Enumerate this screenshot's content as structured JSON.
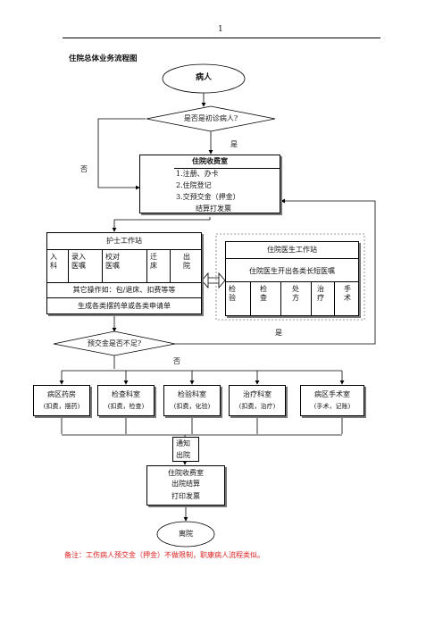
{
  "page_number": "1",
  "page_title": "住院总体业务流程图",
  "patient": "病人",
  "first_visit_question": "是否是初诊病人?",
  "yes": "是",
  "no": "否",
  "cashier": {
    "title": "住院收费室",
    "items": [
      "1.注册、办卡",
      "2.住院登记",
      "3.交预交金（押金）"
    ],
    "receipt": "结算打发票"
  },
  "nurse_station": {
    "title": "护士工作站",
    "cells": [
      [
        "入",
        "科"
      ],
      [
        "录入",
        "医嘱"
      ],
      [
        "校对",
        "医嘱"
      ],
      [
        "迁",
        "床"
      ],
      [
        "出",
        "院"
      ]
    ],
    "other_ops": "其它操作如：包/退床、扣费等等",
    "generate": "生成各类摆药单或各类申请单"
  },
  "doctor_station": {
    "title": "住院医生工作站",
    "subtitle": "住院医生开出各类长短医嘱",
    "cells": [
      [
        "检",
        "验"
      ],
      [
        "检",
        "查"
      ],
      [
        "处",
        "方"
      ],
      [
        "治",
        "疗"
      ],
      [
        "手",
        "术"
      ]
    ]
  },
  "deposit_question": "预交金是否不足?",
  "departments": [
    {
      "name": "病区药房",
      "detail": "(扣费，摆药)"
    },
    {
      "name": "检查科室",
      "detail": "(扣费，检查)"
    },
    {
      "name": "检验科室",
      "detail": "(扣费，化验)"
    },
    {
      "name": "治疗科室",
      "detail": "(扣费，治疗)"
    },
    {
      "name": "病区手术室",
      "detail": "(手术，记账)"
    }
  ],
  "notify": [
    "通知",
    "出院"
  ],
  "discharge_cashier": [
    "住院收费室",
    "出院结算",
    "打印发票"
  ],
  "leave": "离院",
  "note": "备注：工伤病人预交金（押金）不做限制，职康病人流程类似。"
}
